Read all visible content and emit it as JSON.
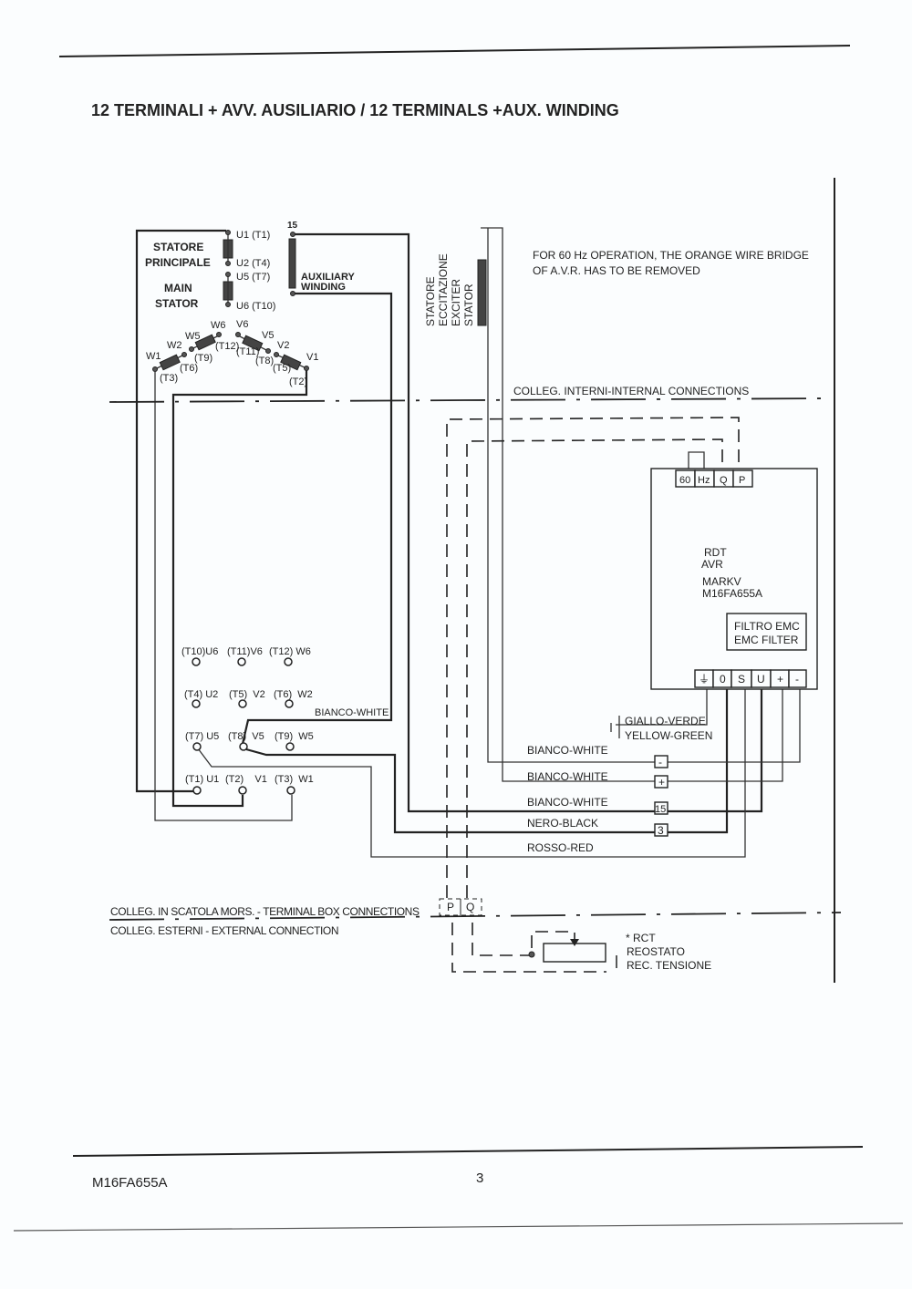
{
  "title": "12 TERMINALI + AVV. AUSILIARIO / 12 TERMINALS +AUX. WINDING",
  "main_stator": {
    "label_it_1": "STATORE",
    "label_it_2": "PRINCIPALE",
    "label_en_1": "MAIN",
    "label_en_2": "STATOR"
  },
  "stator_terminals": {
    "u1": "U1 (T1)",
    "u2": "U2 (T4)",
    "u5": "U5 (T7)",
    "u6": "U6 (T10)",
    "w1": "W1",
    "t3": "(T3)",
    "w2": "W2",
    "t6": "(T6)",
    "w5": "W5",
    "t9": "(T9)",
    "w6": "W6",
    "t12": "(T12)",
    "v6": "V6",
    "t11": "(T11)",
    "v5": "V5",
    "t8": "(T8)",
    "v2": "V2",
    "t5": "(T5)",
    "v1": "V1",
    "t2": "(T2)"
  },
  "aux_winding": {
    "terminal": "15",
    "label_1": "AUXILIARY",
    "label_2": "WINDING"
  },
  "exciter": {
    "line1": "STATORE",
    "line2": "ECCITAZIONE",
    "line3": "EXCITER",
    "line4": "STATOR"
  },
  "note": {
    "line1": "FOR 60 Hz OPERATION, THE ORANGE WIRE BRIDGE",
    "line2": "OF A.V.R. HAS TO BE REMOVED"
  },
  "internal_connections": "COLLEG. INTERNI-INTERNAL CONNECTIONS",
  "avr": {
    "top_terminals": [
      "60",
      "Hz",
      "Q",
      "P"
    ],
    "line1": "RDT",
    "line2": "AVR",
    "line3": "MARKV",
    "line4": "M16FA655A",
    "filter_1": "FILTRO EMC",
    "filter_2": "EMC FILTER",
    "bottom_terminals": [
      "⏚",
      "0",
      "S",
      "U",
      "+",
      "-"
    ]
  },
  "terminal_board": {
    "row1": [
      "(T10)U6",
      "(T11)V6",
      "(T12) W6"
    ],
    "row2": [
      "(T4) U2",
      "(T5)  V2",
      "(T6)  W2"
    ],
    "row3": [
      "(T7) U5",
      "(T8)  V5",
      "(T9)  W5"
    ],
    "row4": [
      "(T1) U1",
      "(T2)    V1",
      "(T3)  W1"
    ]
  },
  "wires": {
    "bianco_aux": "BIANCO-WHITE",
    "giallo": "GIALLO-VERDE",
    "yellow": "YELLOW-GREEN",
    "bianco1": "BIANCO-WHITE",
    "bianco2": "BIANCO-WHITE",
    "bianco3": "BIANCO-WHITE",
    "nero": "NERO-BLACK",
    "rosso": "ROSSO-RED"
  },
  "wire_terminals": [
    "-",
    "+",
    "15",
    "3"
  ],
  "terminal_box_connections": "COLLEG. IN SCATOLA MORS. - TERMINAL BOX CONNECTIONS",
  "external_connection": "COLLEG. ESTERNI - EXTERNAL CONNECTION",
  "pq": [
    "P",
    "Q"
  ],
  "rct": {
    "line1": "* RCT",
    "line2": "REOSTATO",
    "line3": "REC. TENSIONE"
  },
  "footer": {
    "model": "M16FA655A",
    "page": "3"
  }
}
